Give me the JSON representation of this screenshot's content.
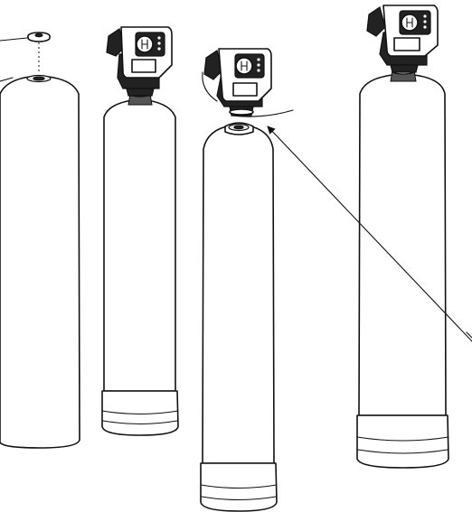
{
  "diagram": {
    "tanks": [
      {
        "name": "bare-tank",
        "state": "open top with loose cap"
      },
      {
        "name": "tank-with-valve",
        "state": "valve seated"
      },
      {
        "name": "tank-valve-lifted",
        "state": "valve lifted above neck"
      },
      {
        "name": "tank-with-valve",
        "state": "valve seated"
      }
    ],
    "colors": {
      "line": "#111111",
      "fill": "#ffffff",
      "head": "#222222"
    },
    "icons": [
      "control-valve-head",
      "tank-cap",
      "pointer-arrow"
    ]
  }
}
